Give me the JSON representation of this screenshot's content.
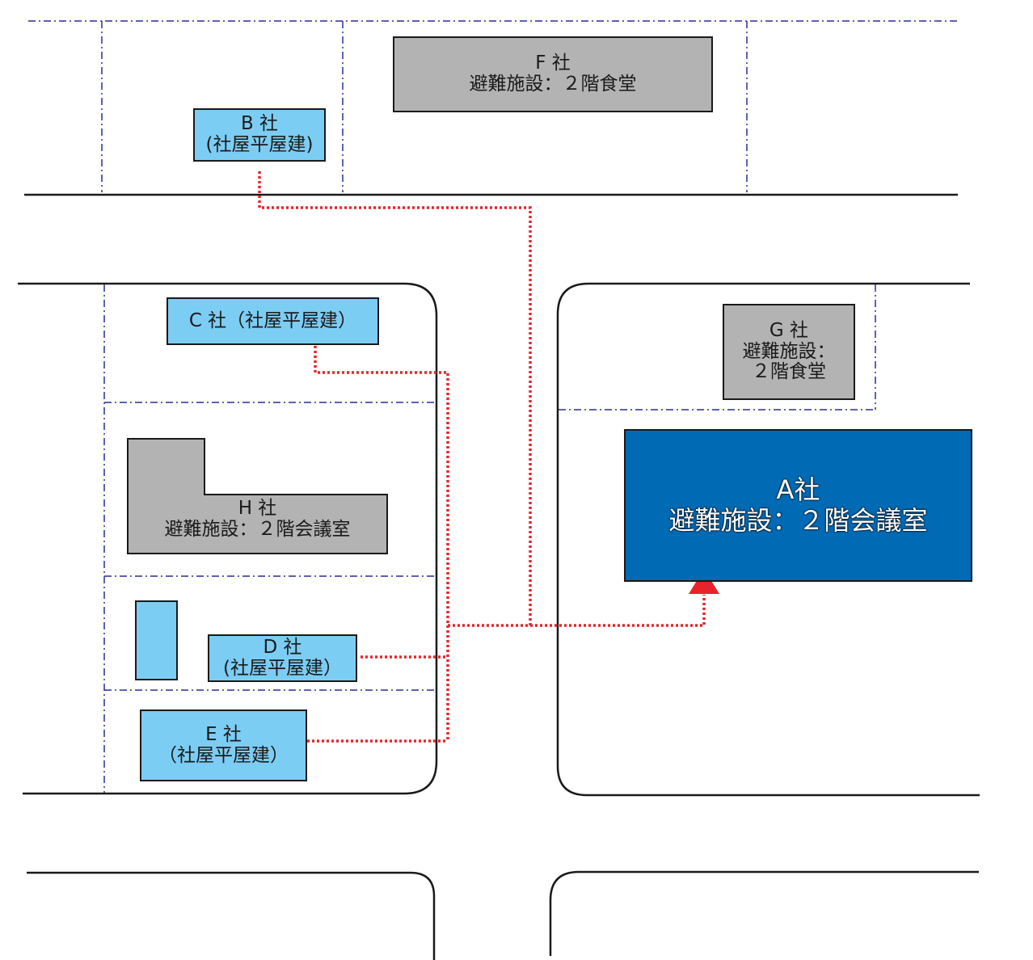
{
  "map": {
    "colors": {
      "road": "#1a1a1a",
      "lot_boundary": "#2b2b9a",
      "route": "#e8242a",
      "tenant_fill": "#7ccdf4",
      "other_shelter_fill": "#b3b3b3",
      "destination_fill": "#006ab4",
      "arrow": "#e8242a"
    },
    "destination": {
      "name": "A社",
      "line2": "避難施設：２階会議室"
    },
    "shelters": {
      "f": {
        "name": "F 社",
        "line2": "避難施設：２階食堂"
      },
      "g": {
        "name": "G 社",
        "line2": "避難施設：",
        "line3": "２階食堂"
      },
      "h": {
        "name": "H 社",
        "line2": "避難施設：２階会議室"
      }
    },
    "companies": {
      "b": {
        "name": "B 社",
        "line2": "(社屋平屋建)"
      },
      "c": {
        "name": "C 社（社屋平屋建）"
      },
      "d": {
        "name": "D 社",
        "line2": "(社屋平屋建）"
      },
      "e": {
        "name": "E 社",
        "line2": "（社屋平屋建）"
      }
    },
    "icons": {
      "arrow": "triangle-up-icon"
    }
  }
}
